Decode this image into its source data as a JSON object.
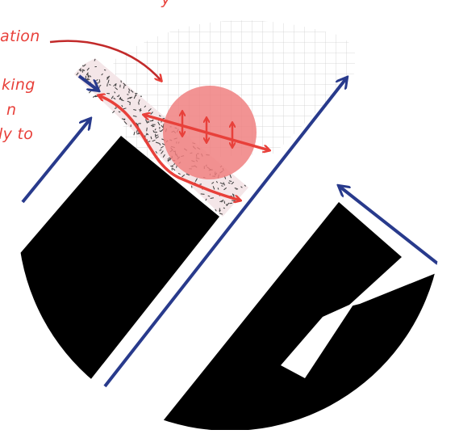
{
  "captions": [
    "y",
    "ation",
    "king",
    "n",
    "ly to"
  ],
  "colors": {
    "red": "#e8403a",
    "blue": "#283a8c",
    "pink_zone": "#f4e6e8",
    "grid": "#cfcfcf",
    "circle": "#f08080",
    "shape": "#000000"
  },
  "icons": {
    "arrow": "arrowhead",
    "double_arrow": "double-headed-arrow"
  }
}
